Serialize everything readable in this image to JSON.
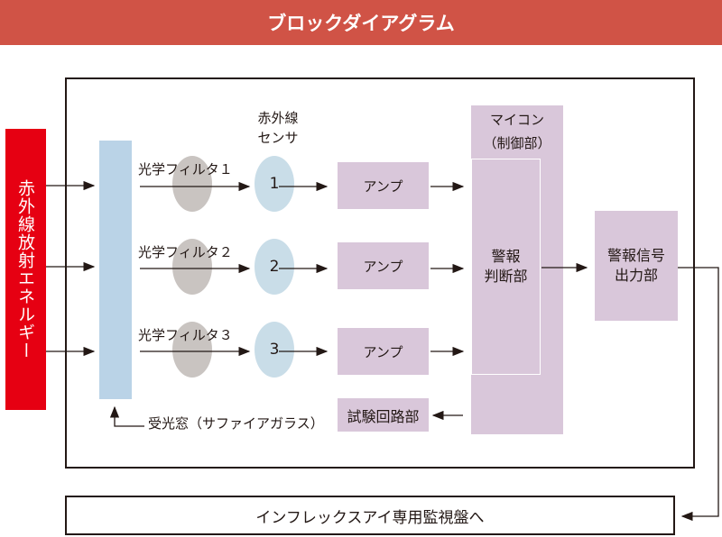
{
  "title": "ブロックダイアグラム",
  "source": "赤外線放射エネルギー",
  "window_label": "受光窓（サファイアガラス）",
  "sensor_title": [
    "赤外線",
    "センサ"
  ],
  "channels": [
    {
      "filter": "光学フィルタ１",
      "sensor": "1",
      "amp": "アンプ"
    },
    {
      "filter": "光学フィルタ２",
      "sensor": "2",
      "amp": "アンプ"
    },
    {
      "filter": "光学フィルタ３",
      "sensor": "3",
      "amp": "アンプ"
    }
  ],
  "test_circuit": "試験回路部",
  "mcu": {
    "line1": "マイコン",
    "line2": "（制御部）",
    "judge1": "警報",
    "judge2": "判断部"
  },
  "output": {
    "line1": "警報信号",
    "line2": "出力部"
  },
  "destination": "インフレックスアイ専用監視盤へ",
  "colors": {
    "header": "#d05346",
    "source": "#e60012",
    "window": "#bad3e7",
    "filter": "#c9c4c1",
    "sensor": "#c9dde8",
    "block": "#d9c7da"
  }
}
